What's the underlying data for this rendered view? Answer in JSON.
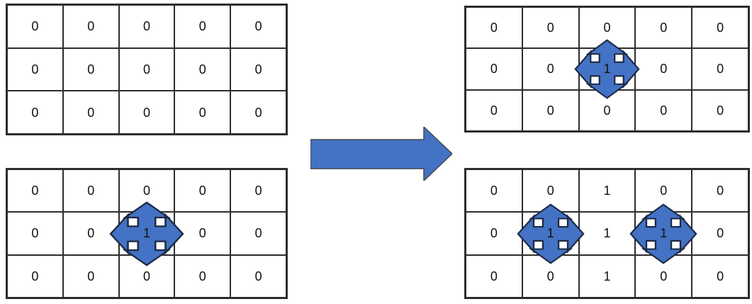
{
  "colors": {
    "shape_fill": "#4472c4",
    "shape_outline": "#1c2a45",
    "arrow_fill": "#4472c4",
    "arrow_outline": "#41474d",
    "grid_line": "#2d2d2d",
    "cell_text": "#111111"
  },
  "grids": {
    "top_left": {
      "rows": [
        [
          "0",
          "0",
          "0",
          "0",
          "0"
        ],
        [
          "0",
          "0",
          "0",
          "0",
          "0"
        ],
        [
          "0",
          "0",
          "0",
          "0",
          "0"
        ]
      ],
      "icon_cells": []
    },
    "bottom_left": {
      "rows": [
        [
          "0",
          "0",
          "0",
          "0",
          "0"
        ],
        [
          "0",
          "0",
          "1",
          "0",
          "0"
        ],
        [
          "0",
          "0",
          "0",
          "0",
          "0"
        ]
      ],
      "icon_cells": [
        {
          "row": 1,
          "col": 2
        }
      ]
    },
    "top_right": {
      "rows": [
        [
          "0",
          "0",
          "0",
          "0",
          "0"
        ],
        [
          "0",
          "0",
          "1",
          "0",
          "0"
        ],
        [
          "0",
          "0",
          "0",
          "0",
          "0"
        ]
      ],
      "icon_cells": [
        {
          "row": 1,
          "col": 2
        }
      ]
    },
    "bottom_right": {
      "rows": [
        [
          "0",
          "0",
          "1",
          "0",
          "0"
        ],
        [
          "0",
          "1",
          "1",
          "1",
          "0"
        ],
        [
          "0",
          "0",
          "1",
          "0",
          "0"
        ]
      ],
      "icon_cells": [
        {
          "row": 1,
          "col": 1
        },
        {
          "row": 1,
          "col": 3
        }
      ]
    }
  },
  "icons": {
    "move_icon": "four-directional-move-arrows",
    "transition_arrow": "right-arrow"
  }
}
